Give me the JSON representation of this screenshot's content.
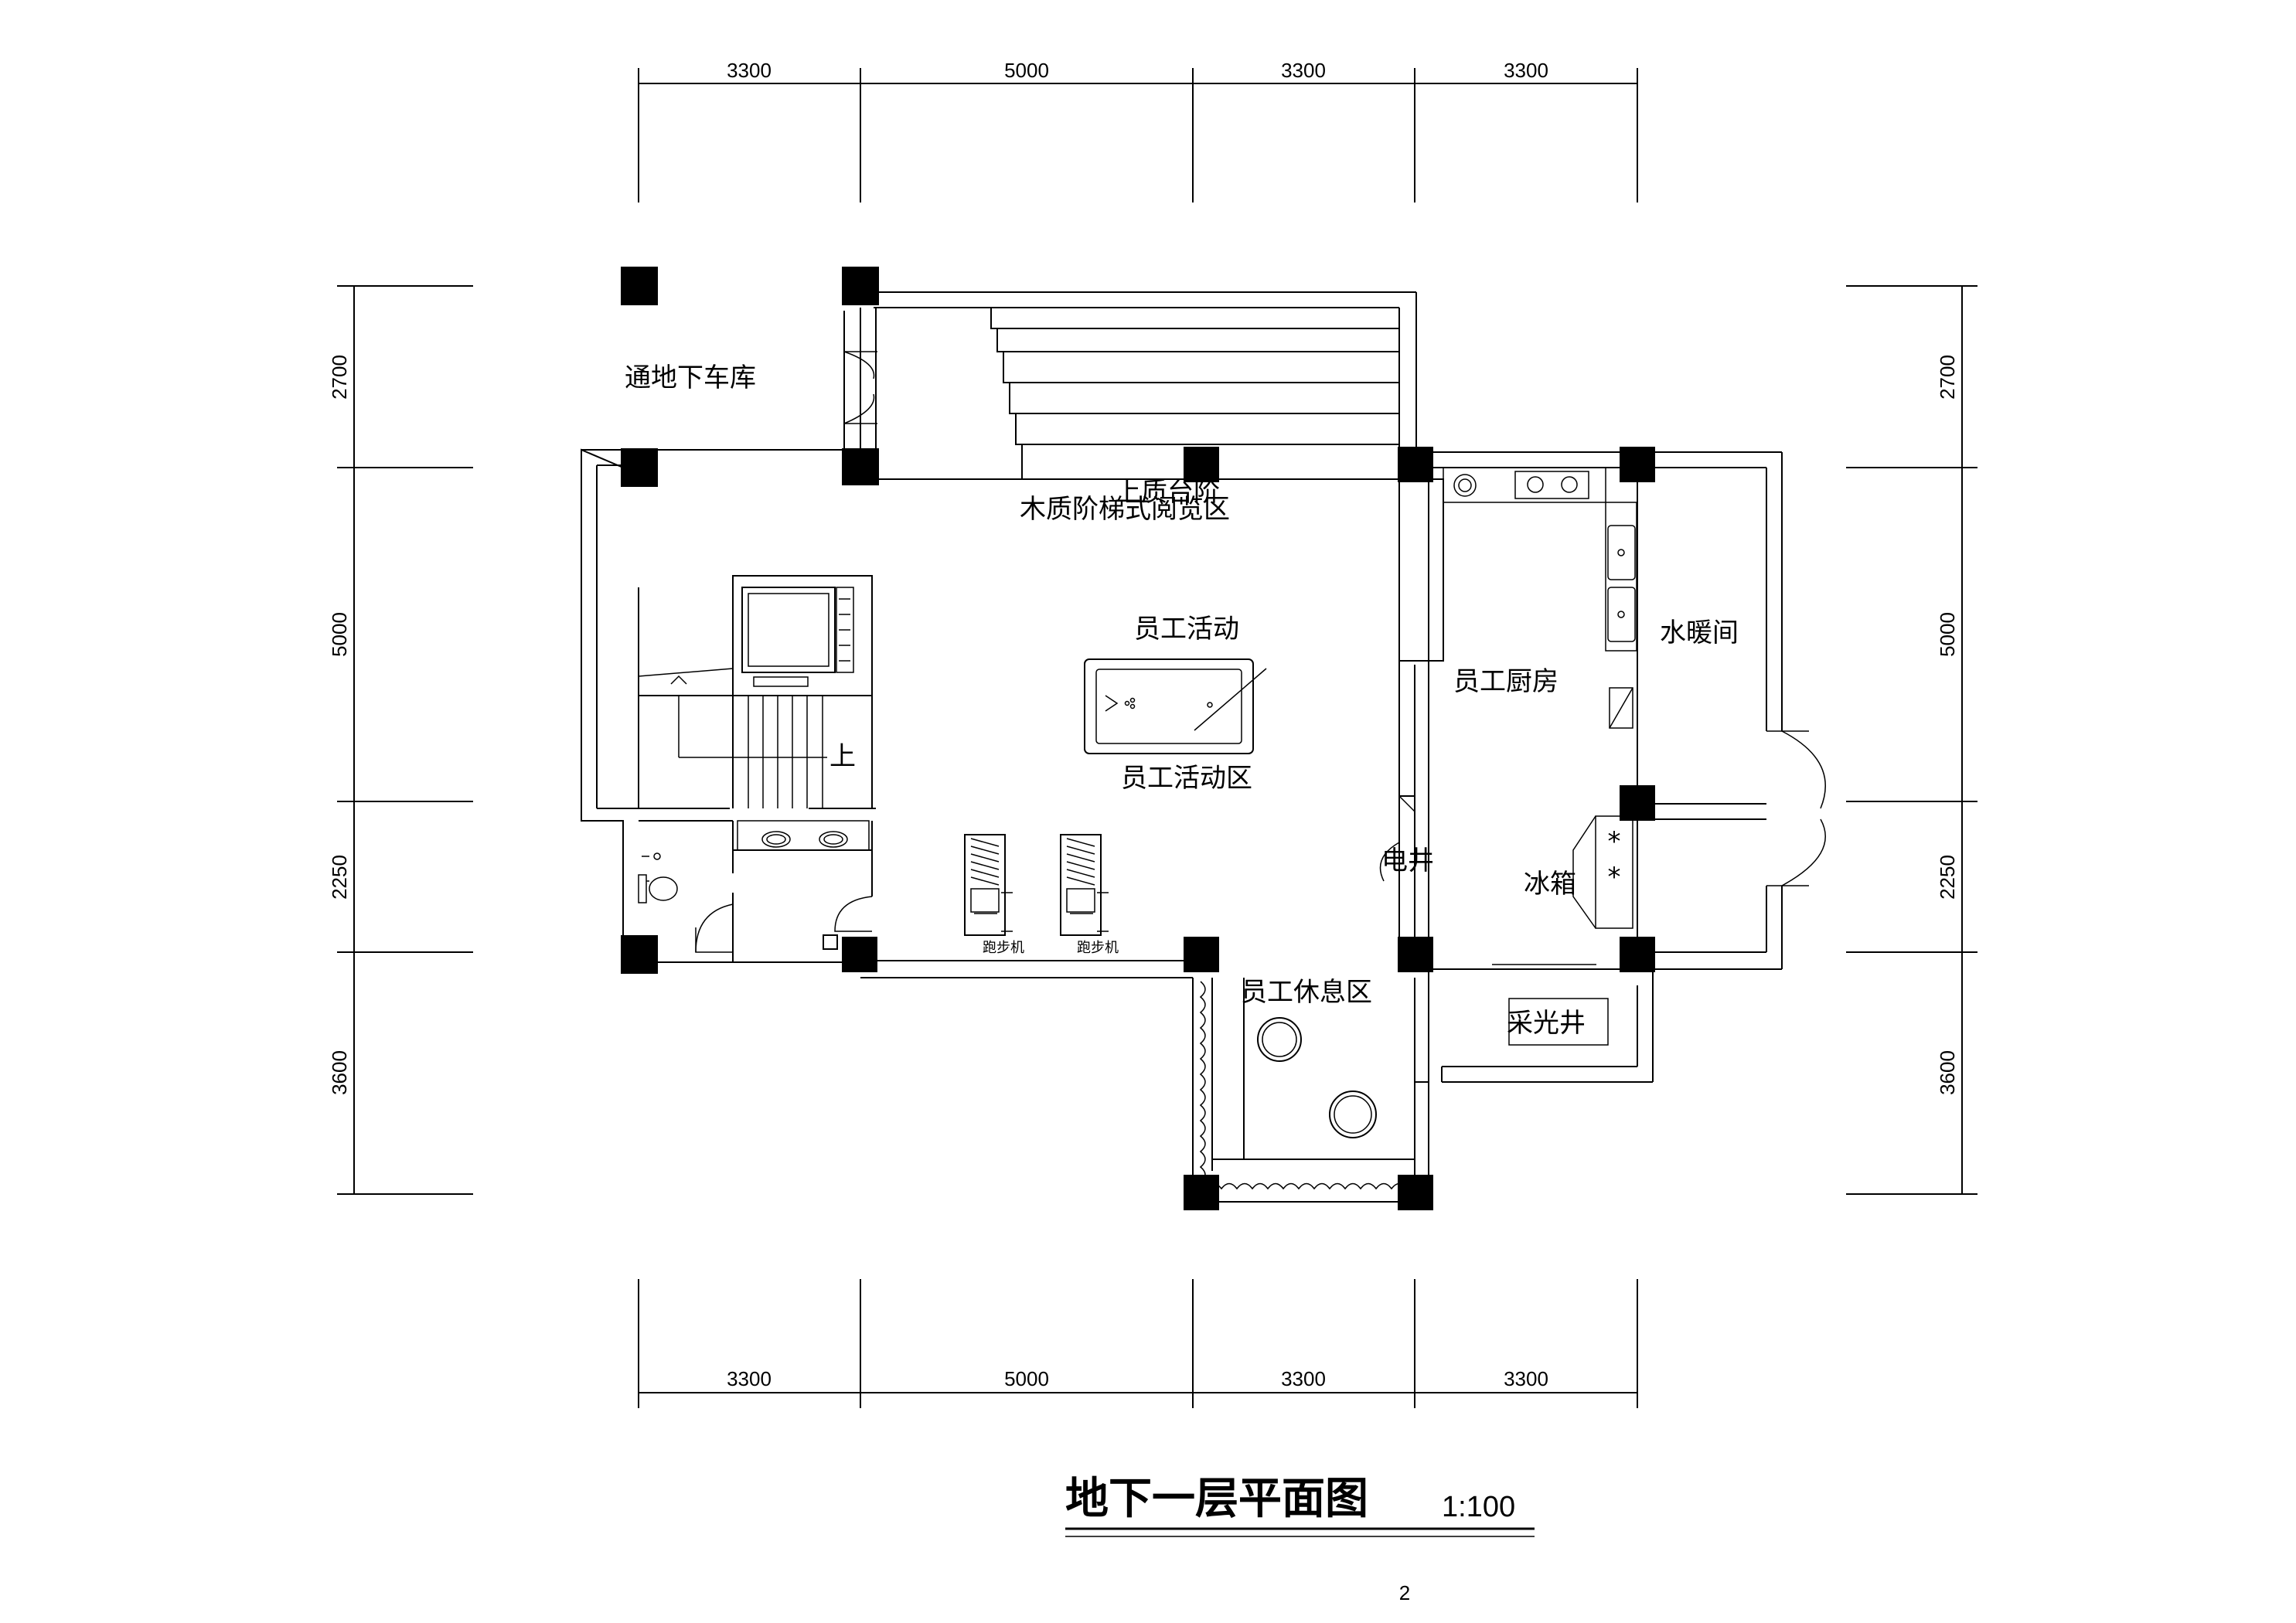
{
  "title": "地下一层平面图",
  "scale": "1:100",
  "page_number": "2",
  "dimensions": {
    "top": [
      "3300",
      "5000",
      "3300",
      "3300"
    ],
    "bottom": [
      "3300",
      "5000",
      "3300",
      "3300"
    ],
    "left": [
      "2700",
      "5000",
      "2250",
      "3600"
    ],
    "right": [
      "2700",
      "5000",
      "2250",
      "3600"
    ]
  },
  "rooms": {
    "garage": "通地下车库",
    "steps_note": "上质台阶",
    "reading": "木质阶梯式阅览区",
    "activity_title": "员工活动",
    "activity_area": "员工活动区",
    "kitchen": "员工厨房",
    "hvac": "水暖间",
    "electric_shaft": "电井",
    "fridge": "冰箱",
    "lounge": "员工休息区",
    "lightwell": "采光井",
    "stair_up": "上",
    "treadmill_1": "跑步机",
    "treadmill_2": "跑步机"
  }
}
